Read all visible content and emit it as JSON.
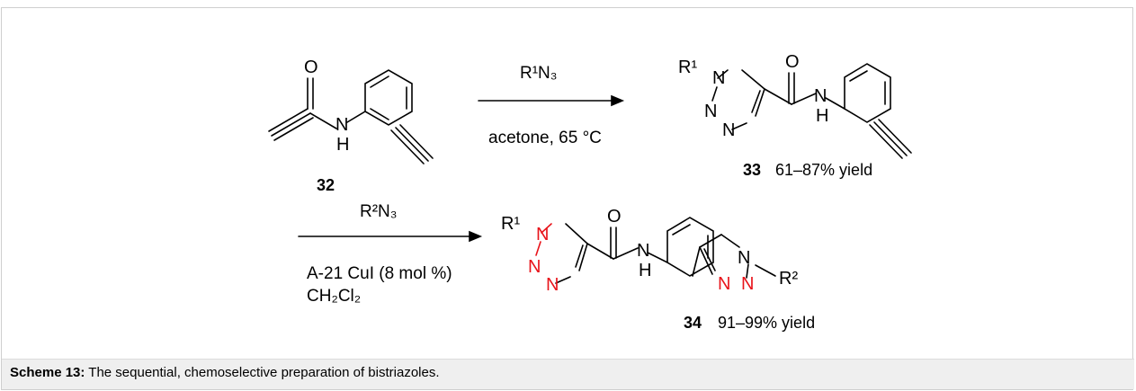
{
  "caption": {
    "label": "Scheme 13:",
    "text": " The sequential, chemoselective preparation of bistriazoles."
  },
  "reaction1": {
    "reagent": "R¹N₃",
    "conditions": "acetone, 65  °C"
  },
  "reaction2": {
    "reagent": "R²N₃",
    "conditions_line1": "A-21 CuI (8 mol %)",
    "conditions_line2": "CH₂Cl₂"
  },
  "compound32": {
    "number": "32"
  },
  "compound33": {
    "number": "33",
    "yield": "61–87% yield"
  },
  "compound34": {
    "number": "34",
    "yield": "91–99% yield"
  },
  "atoms": {
    "O": "O",
    "N": "N",
    "H": "H",
    "R1": "R¹",
    "R2": "R²"
  },
  "colors": {
    "triazole": "#e8141b",
    "caption_bg": "#efefef"
  }
}
